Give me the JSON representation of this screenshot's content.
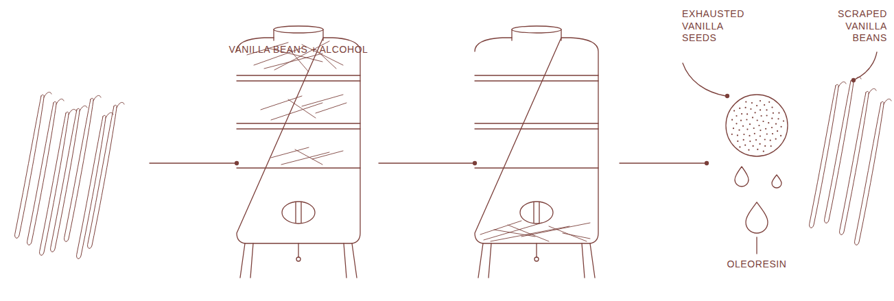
{
  "diagram": {
    "labels": [
      "VANILLA BEANS + ALCOHOL",
      "EXHAUSTED VANILLA SEEDS",
      "SCRAPED VANILLA BEANS",
      "OLEORESIN"
    ]
  }
}
